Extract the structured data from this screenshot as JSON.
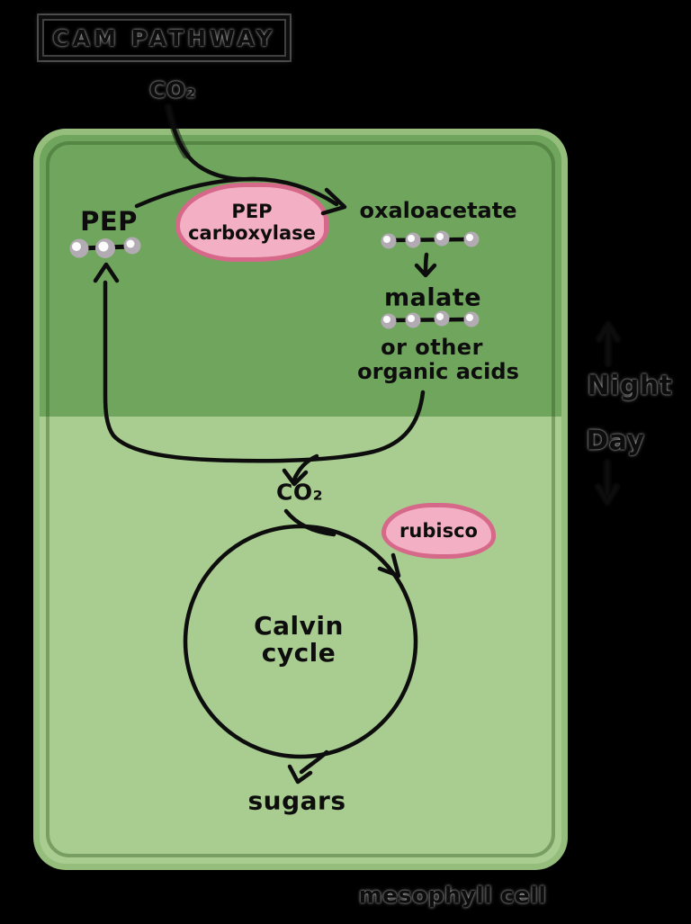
{
  "title": "CAM PATHWAY",
  "region_labels": {
    "night": "Night",
    "day": "Day",
    "cell": "mesophyll cell"
  },
  "nodes": {
    "co2_top": "CO₂",
    "pep": "PEP",
    "oxaloacetate": "oxaloacetate",
    "malate": "malate",
    "malate_note_line1": "or other",
    "malate_note_line2": "organic acids",
    "co2_day": "CO₂",
    "calvin_line1": "Calvin",
    "calvin_line2": "cycle",
    "sugars": "sugars"
  },
  "enzymes": {
    "pep_carboxylase_line1": "PEP",
    "pep_carboxylase_line2": "carboxylase",
    "rubisco": "rubisco"
  },
  "molecules": {
    "pep_carbons": 3,
    "oxaloacetate_carbons": 4,
    "malate_carbons": 4
  },
  "colors": {
    "background": "#000000",
    "membrane": "#95BE7C",
    "night_fill": "#6FA55C",
    "day_fill": "#A9CC90",
    "enzyme_fill": "#F3AFC3",
    "enzyme_border": "#D6688A",
    "molecule_gray": "#B3ABB3",
    "ink": "#0d0d0d"
  }
}
